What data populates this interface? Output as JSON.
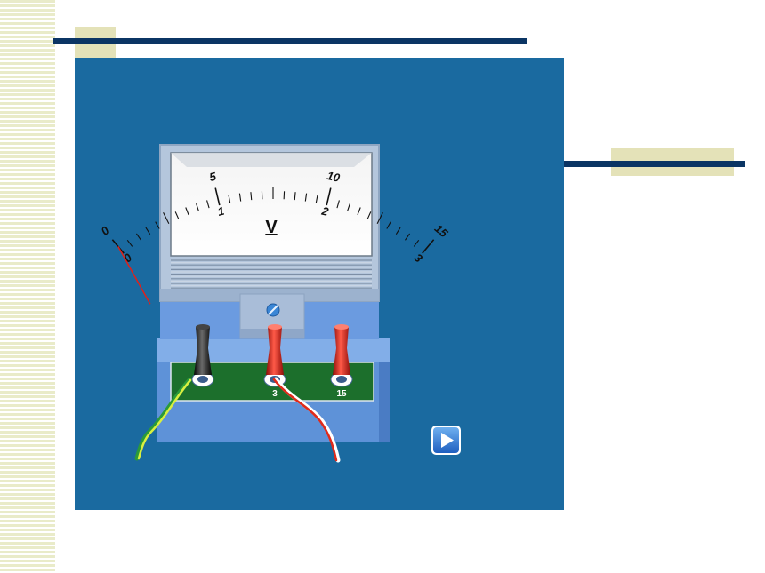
{
  "colors": {
    "panel": "#1a6aa0",
    "navy": "#0b3564",
    "khaki": "#e4e2b8",
    "meter_body": "#b4c6dc",
    "meter_base": "#5e92d8",
    "terminal_plate": "#1c6f2c",
    "needle": "#e0201a",
    "terminal_red": "#e0261c",
    "terminal_black": "#1a1a1a",
    "wire_green_yellow": "#b8e03c",
    "wire_red_white": "#e02a1a"
  },
  "meter": {
    "unit_symbol": "V",
    "upper_scale": [
      "0",
      "5",
      "10",
      "15"
    ],
    "lower_scale": [
      "0",
      "1",
      "2",
      "3"
    ],
    "needle_value": 0,
    "terminals": [
      {
        "label": "—",
        "color": "black"
      },
      {
        "label": "3",
        "color": "red"
      },
      {
        "label": "15",
        "color": "red"
      }
    ]
  },
  "controls": {
    "play_icon": "play-icon"
  }
}
